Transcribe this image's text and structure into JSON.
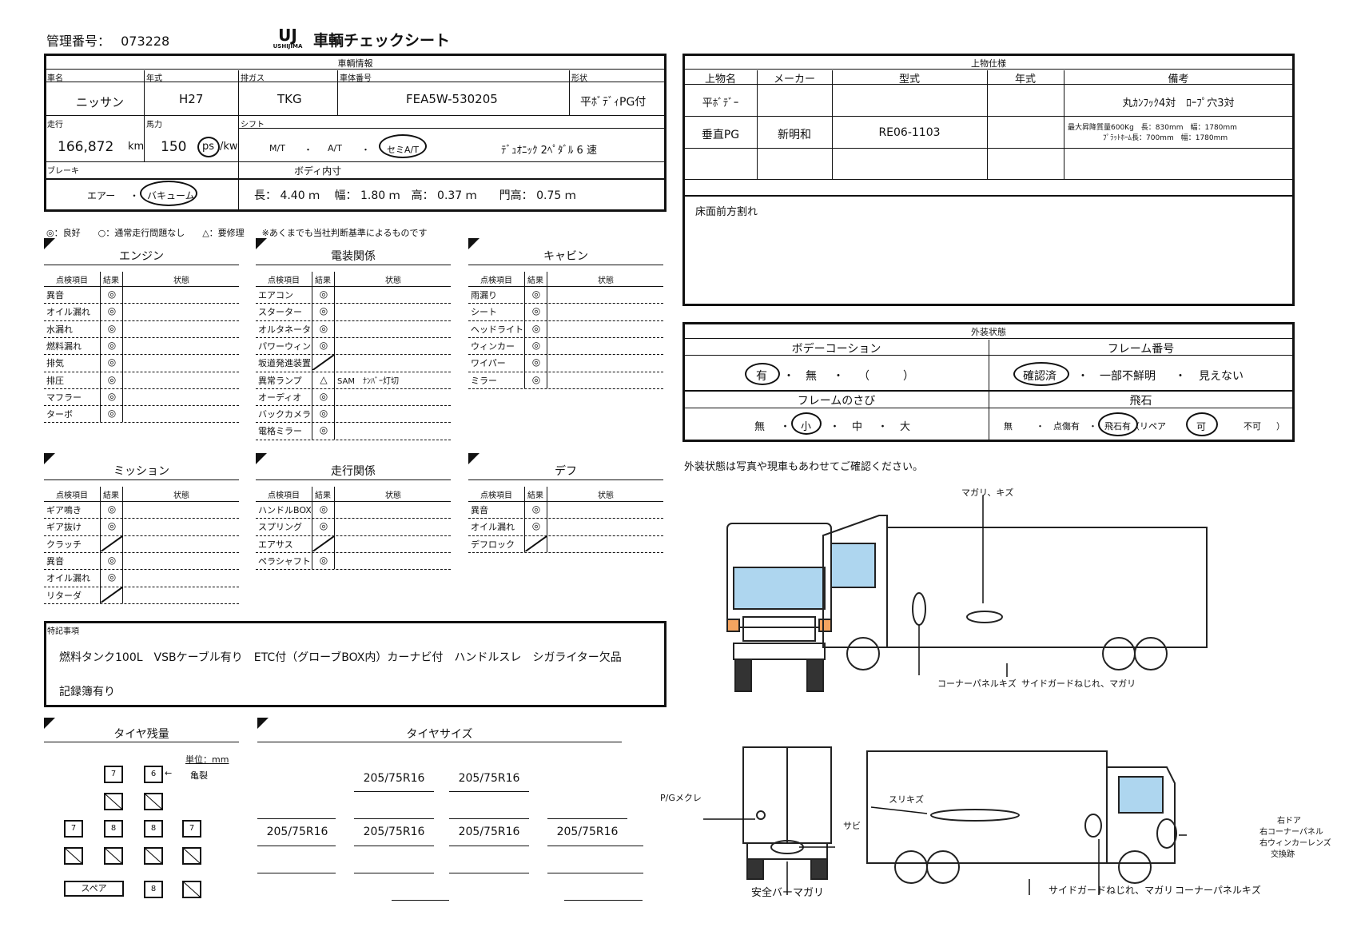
{
  "header": {
    "control_label": "管理番号：",
    "control_no": "073228",
    "logo_text": "UJ",
    "logo_sub": "USHIJIMA",
    "sheet_title": "車輌チェックシート"
  },
  "vehicle": {
    "section": "車輌情報",
    "labels": {
      "maker": "車名",
      "year": "年式",
      "emission": "排ガス",
      "chassis": "車体番号",
      "shape": "形状",
      "mileage": "走行",
      "power": "馬力",
      "shift": "シフト",
      "brake": "ブレーキ",
      "body": "ボディ内寸"
    },
    "maker": "ニッサン",
    "year": "H27",
    "emission": "TKG",
    "chassis": "FEA5W-530205",
    "shape": "平ﾎﾞﾃﾞｨPG付",
    "mileage": "166,872",
    "mileage_unit": "km",
    "power": "150",
    "power_unit_ps": "ps",
    "power_unit_kw": "/kw",
    "shift_opts": [
      "M/T",
      "・",
      "A/T",
      "・",
      "セミA/T"
    ],
    "shift_note": "ﾃﾞｭｵﾆｯｸ 2ﾍﾟﾀﾞﾙ 6 速",
    "brake_opts": [
      "エアー",
      "・",
      "バキューム"
    ],
    "body_dims": "長： 4.40 ｍ　 幅： 1.80 ｍ　高： 0.37 ｍ　　門高： 0.75 ｍ"
  },
  "upper": {
    "section": "上物仕様",
    "headers": [
      "上物名",
      "メーカー",
      "型式",
      "年式",
      "備考"
    ],
    "rows": [
      {
        "name": "平ﾎﾞﾃﾞｰ",
        "maker": "",
        "model": "",
        "year": "",
        "note": "丸ｶﾝﾌｯｸ4対　ﾛｰﾌﾟ穴3対",
        "note2": ""
      },
      {
        "name": "垂直PG",
        "maker": "新明和",
        "model": "RE06-1103",
        "year": "",
        "note": "最大昇降質量600Kg　長：830mm　幅：1780mm",
        "note2": "ﾌﾟﾗｯﾄﾎｰﾑ長：700mm　幅：1780mm"
      },
      {
        "name": "",
        "maker": "",
        "model": "",
        "year": "",
        "note": "",
        "note2": ""
      }
    ],
    "remark": "床面前方割れ"
  },
  "legend": "◎：良好　　○：通常走行問題なし　　△：要修理　　※あくまでも当社判断基準によるものです",
  "col_headers": {
    "item": "点検項目",
    "result": "結果",
    "state": "状態"
  },
  "sections": [
    {
      "title": "エンジン",
      "items": [
        [
          "異音",
          "◎",
          ""
        ],
        [
          "オイル漏れ",
          "◎",
          ""
        ],
        [
          "水漏れ",
          "◎",
          ""
        ],
        [
          "燃料漏れ",
          "◎",
          ""
        ],
        [
          "排気",
          "◎",
          ""
        ],
        [
          "排圧",
          "◎",
          ""
        ],
        [
          "マフラー",
          "◎",
          ""
        ],
        [
          "ターボ",
          "◎",
          ""
        ]
      ]
    },
    {
      "title": "電装関係",
      "items": [
        [
          "エアコン",
          "◎",
          ""
        ],
        [
          "スターター",
          "◎",
          ""
        ],
        [
          "オルタネーター",
          "◎",
          ""
        ],
        [
          "パワーウィンド",
          "◎",
          ""
        ],
        [
          "坂道発進装置",
          "/",
          ""
        ],
        [
          "異常ランプ",
          "△",
          "SAM　ﾅﾝﾊﾞｰ灯切"
        ],
        [
          "オーディオ",
          "◎",
          ""
        ],
        [
          "バックカメラ",
          "◎",
          ""
        ],
        [
          "電格ミラー",
          "◎",
          ""
        ]
      ]
    },
    {
      "title": "キャビン",
      "items": [
        [
          "雨漏り",
          "◎",
          ""
        ],
        [
          "シート",
          "◎",
          ""
        ],
        [
          "ヘッドライト",
          "◎",
          ""
        ],
        [
          "ウィンカー",
          "◎",
          ""
        ],
        [
          "ワイパー",
          "◎",
          ""
        ],
        [
          "ミラー",
          "◎",
          ""
        ]
      ]
    },
    {
      "title": "ミッション",
      "items": [
        [
          "ギア鳴き",
          "◎",
          ""
        ],
        [
          "ギア抜け",
          "◎",
          ""
        ],
        [
          "クラッチ",
          "/",
          ""
        ],
        [
          "異音",
          "◎",
          ""
        ],
        [
          "オイル漏れ",
          "◎",
          ""
        ],
        [
          "リターダ",
          "/",
          ""
        ]
      ]
    },
    {
      "title": "走行関係",
      "items": [
        [
          "ハンドルBOX",
          "◎",
          ""
        ],
        [
          "スプリング",
          "◎",
          ""
        ],
        [
          "エアサス",
          "/",
          ""
        ],
        [
          "ペラシャフト",
          "◎",
          ""
        ]
      ]
    },
    {
      "title": "デフ",
      "items": [
        [
          "異音",
          "◎",
          ""
        ],
        [
          "オイル漏れ",
          "◎",
          ""
        ],
        [
          "デフロック",
          "/",
          ""
        ]
      ]
    }
  ],
  "special": {
    "label": "特記事項",
    "line1": "燃料タンク100L　VSBケーブル有り　ETC付（グローブBOX内）カーナビ付　ハンドルスレ　シガライター欠品",
    "line2": "記録簿有り"
  },
  "exterior": {
    "section": "外装状態",
    "coat_label": "ボデーコーション",
    "coat_opts": [
      "有",
      "・",
      "無",
      "・",
      "（　　　）"
    ],
    "frame_no_label": "フレーム番号",
    "frame_no_opts": [
      "確認済",
      "・",
      "一部不鮮明",
      "・",
      "見えない"
    ],
    "rust_label": "フレームのさび",
    "rust_opts": [
      "無",
      "・",
      "小",
      "・",
      "中",
      "・",
      "大"
    ],
    "stone_label": "飛石",
    "stone_opts": [
      "無",
      "・",
      "点傷有",
      "・",
      "飛石有（リペア",
      "可",
      "不可",
      "）"
    ],
    "photo_note": "外装状態は写真や現車もあわせてご確認ください。"
  },
  "tires": {
    "remain_title": "タイヤ残量",
    "unit": "単位：mm",
    "crack": "亀裂",
    "values": [
      "7",
      "6",
      "7",
      "8",
      "8",
      "7"
    ],
    "spare_label": "スペア",
    "spare_value": "8",
    "size_title": "タイヤサイズ",
    "sizes_top": [
      "205/75R16",
      "205/75R16"
    ],
    "sizes_bottom": [
      "205/75R16",
      "205/75R16",
      "205/75R16",
      "205/75R16"
    ]
  },
  "annotations": {
    "side_top": "マガリ、キズ",
    "corner_panel": "コーナーパネルキズ",
    "side_guard": "サイドガードねじれ、マガリ",
    "pg_plating": "P/Gメクレ",
    "rust": "サビ",
    "bumper": "安全バーマガリ",
    "scratch": "スリキズ",
    "side_guard2": "サイドガードねじれ、マガリ",
    "corner_panel2": "コーナーパネルキズ",
    "right_door": "右ドア",
    "right_corner": "右コーナーパネル",
    "right_lens": "右ウィンカーレンズ",
    "replaced": "交換跡"
  }
}
